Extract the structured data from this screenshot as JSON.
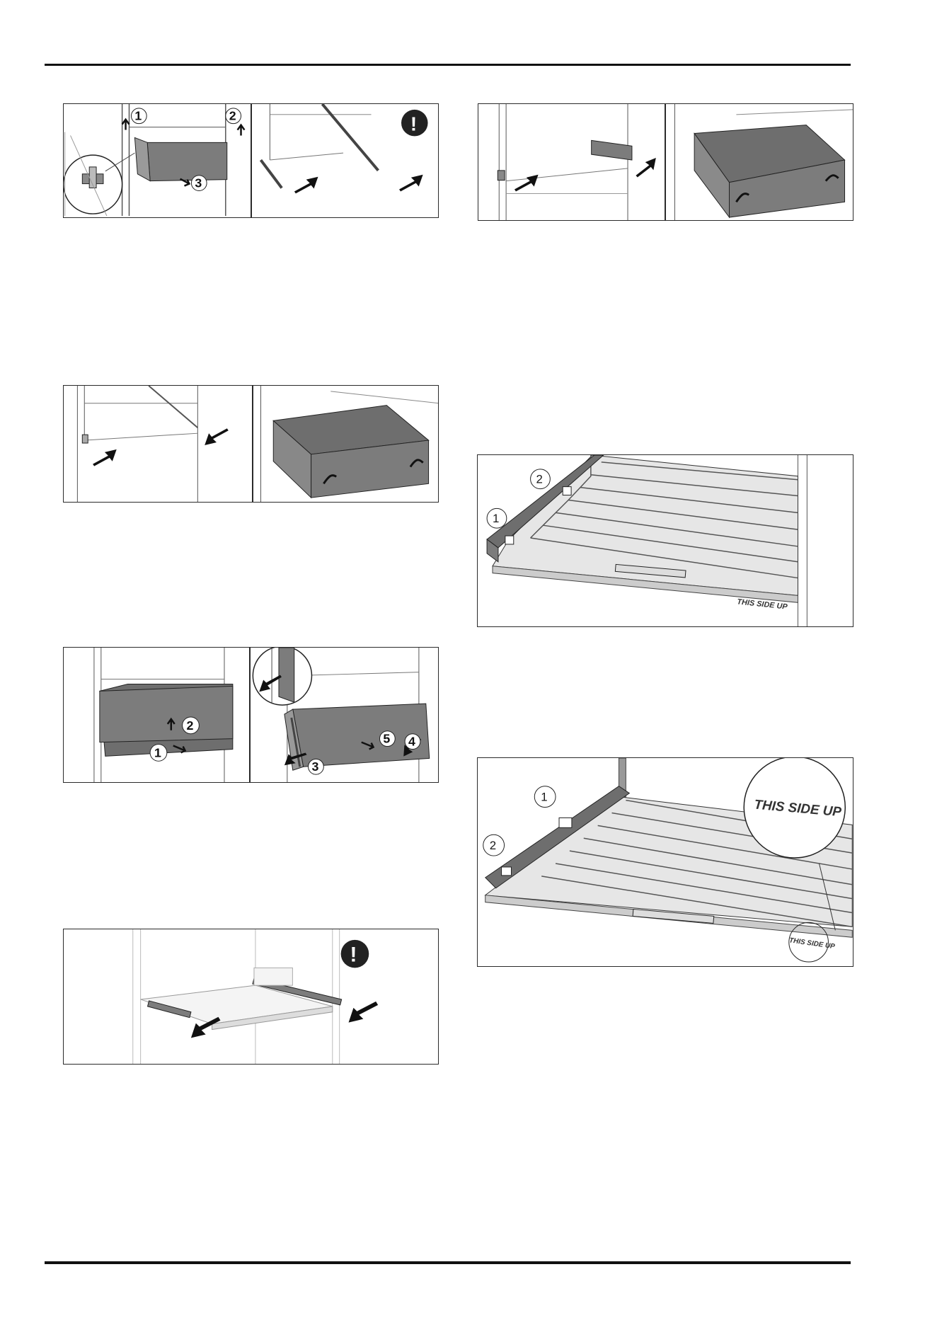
{
  "figures": {
    "fig_remove_drawer": {
      "callouts": [
        "1",
        "2",
        "3"
      ],
      "icon": "exclamation-icon"
    },
    "fig_insert_drawer": {
      "callouts": []
    },
    "fig_remove_drawer_lift": {
      "callouts": [
        "1",
        "2",
        "3",
        "4",
        "5"
      ]
    },
    "fig_rail_shelf": {
      "icon": "exclamation-icon"
    },
    "fig_fit_drawer_rails": {
      "callouts": []
    },
    "fig_shelf_tilt": {
      "callouts": [
        "2",
        "1"
      ],
      "marking": "THIS SIDE UP"
    },
    "fig_shelf_flat": {
      "callouts": [
        "1",
        "2"
      ],
      "marking": "THIS SIDE UP",
      "marking_zoom": "THIS SIDE UP"
    }
  },
  "colors": {
    "drawer": "#7c7c7c",
    "line": "#2a2a2a",
    "shelf": "#e6e6e6"
  }
}
